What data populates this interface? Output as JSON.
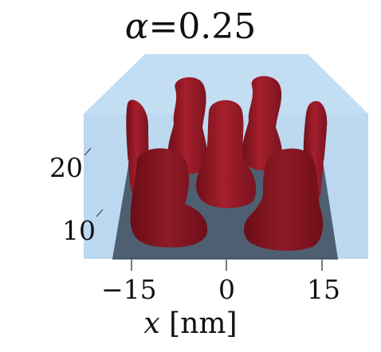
{
  "title": {
    "symbol": "α",
    "equals": "=",
    "value": "0.25"
  },
  "axes": {
    "x": {
      "symbol": "x",
      "unit": "[nm]",
      "ticks": [
        "−15",
        "0",
        "15"
      ]
    },
    "z": {
      "ticks": [
        "20",
        "10"
      ]
    }
  },
  "colors": {
    "box_fill": "#b9d7ef",
    "floor": "#4e5f72",
    "blob": "#9f1d2a",
    "blob_shade": "#6f0f19"
  }
}
